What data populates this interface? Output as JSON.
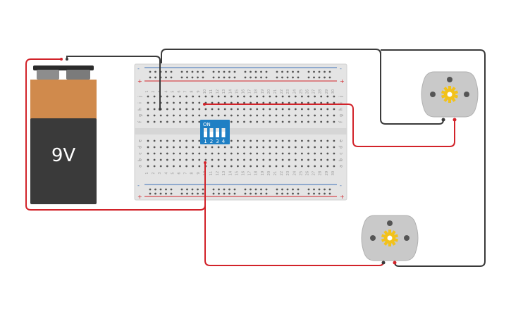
{
  "battery": {
    "label": "9V",
    "body_color": "#3a3a3a",
    "cap_color": "#d08a4c"
  },
  "dip_switch": {
    "on_label": "ON",
    "positions": [
      "1",
      "2",
      "3",
      "4"
    ],
    "color": "#1f7fc4"
  },
  "breadboard": {
    "columns": [
      "1",
      "2",
      "3",
      "4",
      "5",
      "6",
      "7",
      "8",
      "9",
      "10",
      "11",
      "12",
      "13",
      "14",
      "15",
      "16",
      "17",
      "18",
      "19",
      "20",
      "21",
      "22",
      "23",
      "24",
      "25",
      "26",
      "27",
      "28",
      "29",
      "30"
    ],
    "top_rows": [
      "j",
      "i",
      "h",
      "g",
      "f"
    ],
    "bottom_rows": [
      "e",
      "d",
      "c",
      "b",
      "a"
    ],
    "rail_plus": "+",
    "rail_minus": "-",
    "color": "#e6e6e6"
  },
  "motors": [
    {
      "name": "motor-top-right",
      "color": "#c9c9c9",
      "gear_color": "#f2c21b"
    },
    {
      "name": "motor-bottom",
      "color": "#c9c9c9",
      "gear_color": "#f2c21b"
    }
  ],
  "wires": {
    "red": "#d2232a",
    "black": "#3a3a3a"
  }
}
